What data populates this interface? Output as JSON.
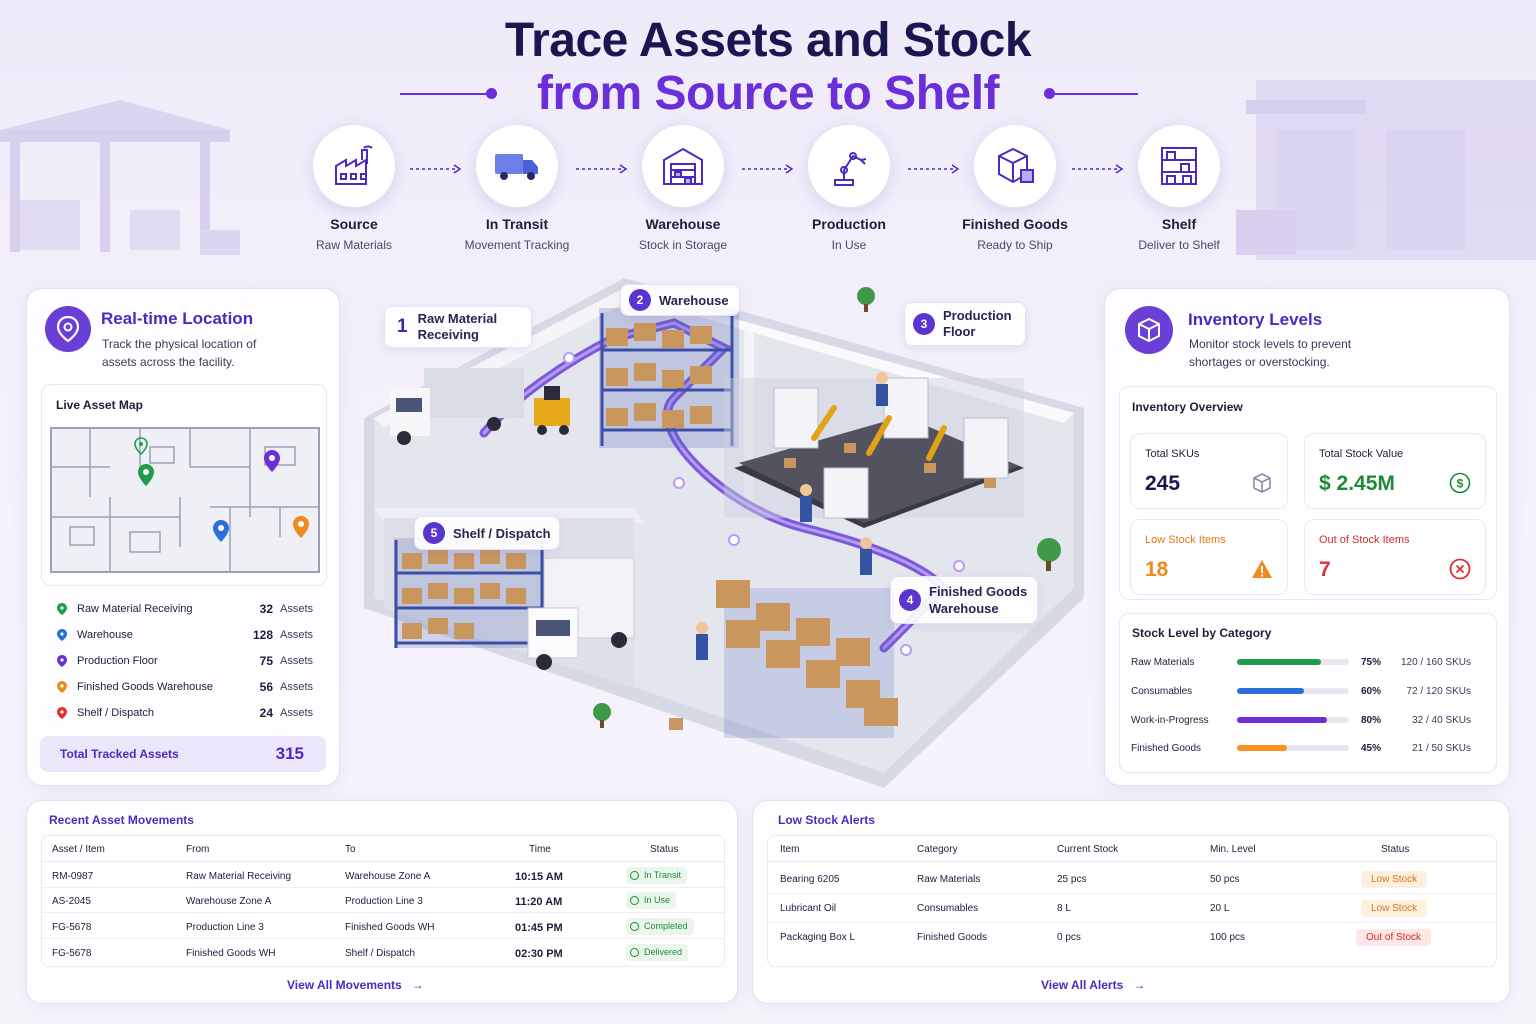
{
  "title": {
    "line1": "Trace Assets and Stock",
    "line2": "from Source to Shelf"
  },
  "flow": [
    {
      "title": "Source",
      "subtitle": "Raw Materials",
      "icon": "factory-icon"
    },
    {
      "title": "In Transit",
      "subtitle": "Movement Tracking",
      "icon": "truck-icon"
    },
    {
      "title": "Warehouse",
      "subtitle": "Stock in Storage",
      "icon": "warehouse-icon"
    },
    {
      "title": "Production",
      "subtitle": "In Use",
      "icon": "robot-arm-icon"
    },
    {
      "title": "Finished Goods",
      "subtitle": "Ready to Ship",
      "icon": "package-icon"
    },
    {
      "title": "Shelf",
      "subtitle": "Deliver to Shelf",
      "icon": "shelf-icon"
    }
  ],
  "location": {
    "title": "Real-time Location",
    "desc_line1": "Track the physical location of",
    "desc_line2": "assets across the facility.",
    "map_title": "Live Asset Map",
    "unit": "Assets",
    "rows": [
      {
        "name": "Raw Material Receiving",
        "count": "32",
        "color": "#1f9d4c"
      },
      {
        "name": "Warehouse",
        "count": "128",
        "color": "#2b6fd8"
      },
      {
        "name": "Production Floor",
        "count": "75",
        "color": "#6a2fd8"
      },
      {
        "name": "Finished Goods Warehouse",
        "count": "56",
        "color": "#f08a1c"
      },
      {
        "name": "Shelf / Dispatch",
        "count": "24",
        "color": "#e03131"
      }
    ],
    "total_label": "Total Tracked Assets",
    "total_value": "315"
  },
  "scene": {
    "labels": [
      {
        "num": "1",
        "line1": "Raw Material",
        "line2": "Receiving"
      },
      {
        "num": "2",
        "line1": "Warehouse",
        "line2": ""
      },
      {
        "num": "3",
        "line1": "Production",
        "line2": "Floor"
      },
      {
        "num": "4",
        "line1": "Finished Goods",
        "line2": "Warehouse"
      },
      {
        "num": "5",
        "line1": "Shelf / Dispatch",
        "line2": ""
      }
    ]
  },
  "inventory": {
    "title": "Inventory Levels",
    "desc_line1": "Monitor stock levels to prevent",
    "desc_line2": "shortages or overstocking.",
    "overview_title": "Inventory Overview",
    "kpis": [
      {
        "label": "Total SKUs",
        "value": "245",
        "color": "#1a1650"
      },
      {
        "label": "Total Stock Value",
        "value": "$ 2.45M",
        "color": "#1d8a3a"
      },
      {
        "label": "Low Stock Items",
        "value": "18",
        "color": "#f08a1c"
      },
      {
        "label": "Out of Stock Items",
        "value": "7",
        "color": "#e03131"
      }
    ],
    "category_title": "Stock Level by Category",
    "categories": [
      {
        "name": "Raw Materials",
        "pct": 75,
        "pct_label": "75%",
        "skus": "120 / 160 SKUs",
        "color": "#1f9d4c"
      },
      {
        "name": "Consumables",
        "pct": 60,
        "pct_label": "60%",
        "skus": "72 / 120 SKUs",
        "color": "#2b6fd8"
      },
      {
        "name": "Work-in-Progress",
        "pct": 80,
        "pct_label": "80%",
        "skus": "32 / 40 SKUs",
        "color": "#6a2fd8"
      },
      {
        "name": "Finished Goods",
        "pct": 45,
        "pct_label": "45%",
        "skus": "21 / 50 SKUs",
        "color": "#f7931e"
      }
    ]
  },
  "movements": {
    "title": "Recent Asset Movements",
    "headers": [
      "Asset / Item",
      "From",
      "To",
      "Time",
      "Status"
    ],
    "rows": [
      {
        "asset": "RM-0987",
        "from": "Raw Material Receiving",
        "to": "Warehouse Zone A",
        "time": "10:15 AM",
        "status": "In Transit"
      },
      {
        "asset": "AS-2045",
        "from": "Warehouse Zone A",
        "to": "Production Line 3",
        "time": "11:20 AM",
        "status": "In Use"
      },
      {
        "asset": "FG-5678",
        "from": "Production Line 3",
        "to": "Finished Goods WH",
        "time": "01:45 PM",
        "status": "Completed"
      },
      {
        "asset": "FG-5678",
        "from": "Finished Goods WH",
        "to": "Shelf / Dispatch",
        "time": "02:30 PM",
        "status": "Delivered"
      }
    ],
    "view_all": "View All Movements"
  },
  "alerts": {
    "title": "Low Stock Alerts",
    "headers": [
      "Item",
      "Category",
      "Current Stock",
      "Min. Level",
      "Status"
    ],
    "rows": [
      {
        "item": "Bearing 6205",
        "category": "Raw Materials",
        "current": "25 pcs",
        "min": "50 pcs",
        "status": "Low Stock",
        "kind": "low"
      },
      {
        "item": "Lubricant Oil",
        "category": "Consumables",
        "current": "8 L",
        "min": "20 L",
        "status": "Low Stock",
        "kind": "low"
      },
      {
        "item": "Packaging Box L",
        "category": "Finished Goods",
        "current": "0 pcs",
        "min": "100 pcs",
        "status": "Out of Stock",
        "kind": "out"
      }
    ],
    "view_all": "View All Alerts"
  }
}
